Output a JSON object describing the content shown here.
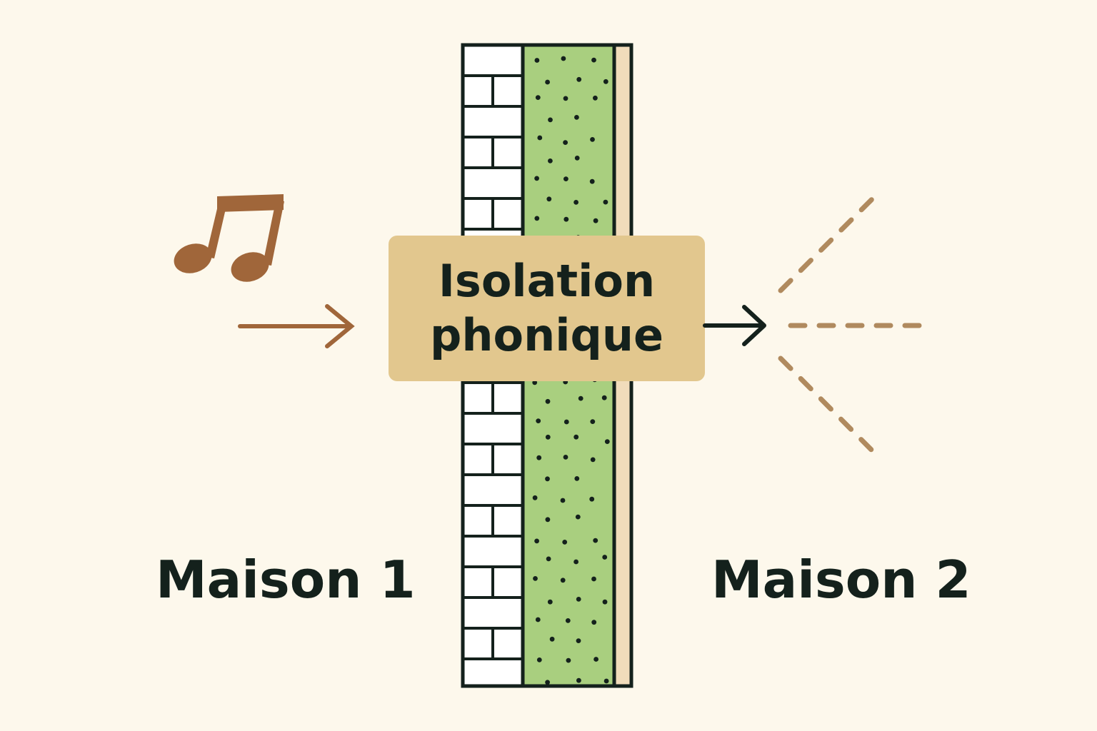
{
  "colors": {
    "background": "#fdf8ec",
    "ink": "#14211c",
    "brick_fill": "#ffffff",
    "insulation": "#a9cf7f",
    "finish_layer": "#f1dcbb",
    "label_box": "#e2c78e",
    "sound": "#a0663a",
    "dashes": "#b08a5e"
  },
  "icons": {
    "source": "music-note-icon",
    "wall": "brick-wall-icon"
  },
  "labels": {
    "house_left": "Maison 1",
    "house_right": "Maison 2",
    "insulation_line1": "Isolation",
    "insulation_line2": "phonique"
  }
}
